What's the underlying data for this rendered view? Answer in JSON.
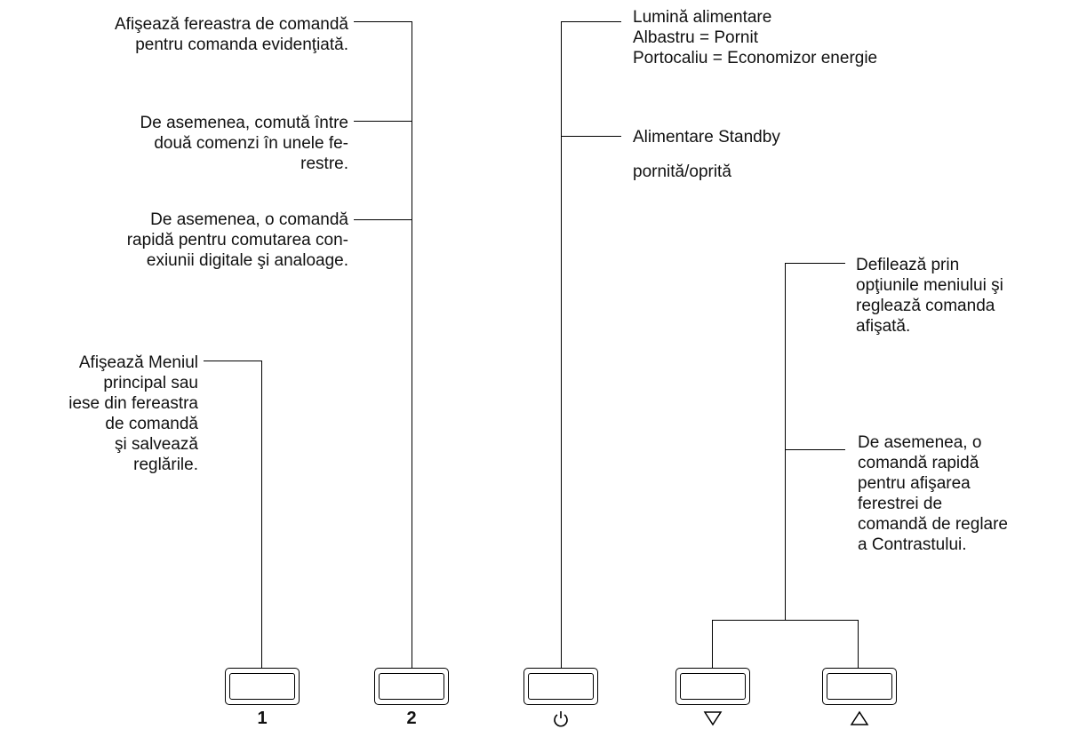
{
  "annotations": {
    "btn2_line1": "Afişează fereastra de comandă\npentru comanda evidenţiată.",
    "btn2_line2": "De asemenea, comută între\ndouă comenzi în unele fe-\nrestre.",
    "btn2_line3": "De asemenea, o comandă\nrapidă pentru comutarea con-\nexiunii digitale şi analoage.",
    "btn1": "Afişează Meniul\nprincipal sau\niese din fereastra\nde comandă\nşi salvează\nreglările.",
    "power_light": "Lumină alimentare\nAlbastru = Pornit\nPortocaliu = Economizor energie",
    "power_standby_1": "Alimentare Standby",
    "power_standby_2": "pornită/oprită",
    "arrows_1": "Defilează prin\nopţiunile meniului şi\nreglează comanda\nafişată.",
    "arrows_2": "De asemenea, o\ncomandă rapidă\npentru afişarea\nferestrei de\ncomandă de reglare\na Contrastului."
  },
  "buttons": [
    {
      "id": "1",
      "label": "1"
    },
    {
      "id": "2",
      "label": "2"
    },
    {
      "id": "power",
      "icon": "power-icon"
    },
    {
      "id": "down",
      "icon": "triangle-down-icon"
    },
    {
      "id": "up",
      "icon": "triangle-up-icon"
    }
  ]
}
